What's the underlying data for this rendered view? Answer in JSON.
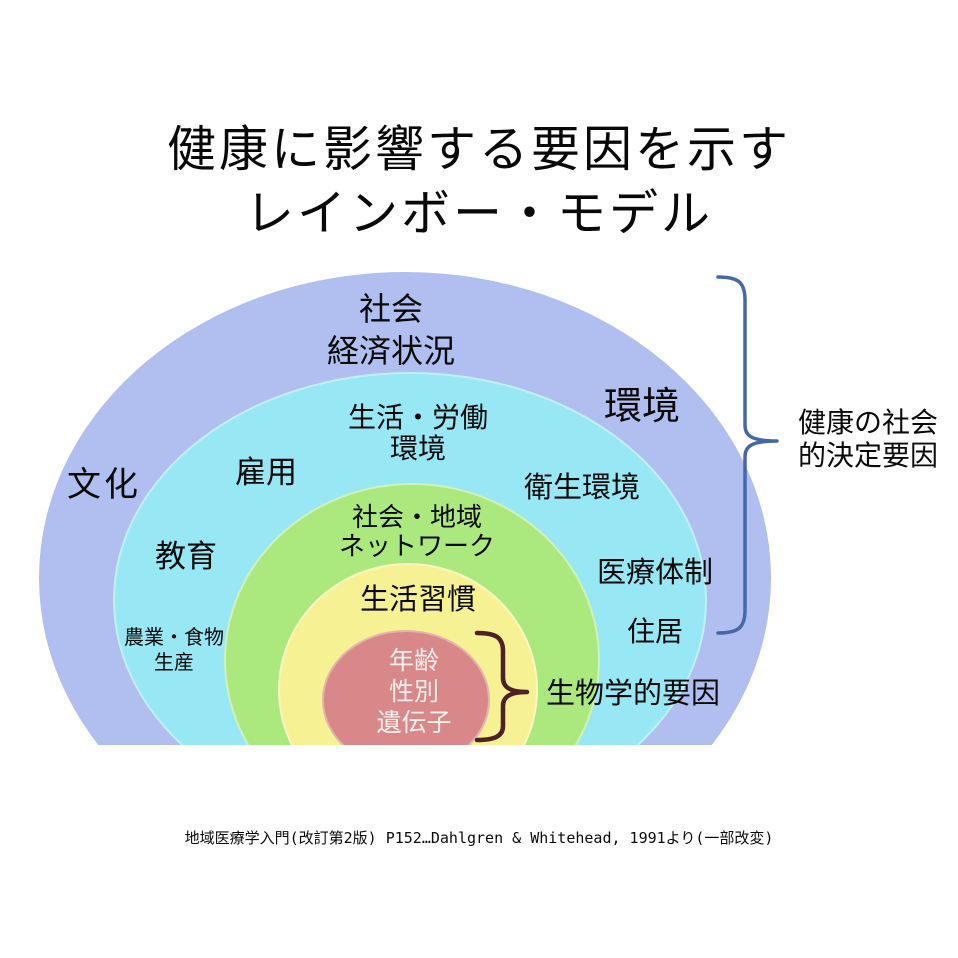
{
  "title": {
    "text": "健康に影響する要因を示す\nレインボー・モデル"
  },
  "model": {
    "rings": [
      {
        "name": "socioeconomic",
        "color": "#b1bff0",
        "label": "社会\n経済状況"
      },
      {
        "name": "living-working",
        "color": "#97e7f5",
        "label": "生活・労働\n環境"
      },
      {
        "name": "social-community",
        "color": "#abe87e",
        "label": "社会・地域\nネットワーク"
      },
      {
        "name": "lifestyle",
        "color": "#f6f193",
        "label": "生活習慣"
      },
      {
        "name": "individual-biological",
        "color": "#d88888",
        "label": "年齢\n性別\n遺伝子",
        "text_color": "#faeeee"
      }
    ],
    "outer_ring_labels": {
      "environment": "環境",
      "culture": "文化"
    },
    "second_ring_labels": {
      "employment": "雇用",
      "sanitation": "衛生環境",
      "education": "教育",
      "medical_system": "医療体制",
      "housing": "住居",
      "agriculture_food": "農業・食物\n生産"
    }
  },
  "annotations": {
    "social_determinants": {
      "label": "健康の社会\n的決定要因",
      "brace_color": "#4668a8"
    },
    "biological_factors": {
      "label": "生物学的要因",
      "brace_color": "#4e2126"
    }
  },
  "caption": "地域医療学入門(改訂第2版) P152…Dahlgren & Whitehead, 1991より(一部改変)"
}
